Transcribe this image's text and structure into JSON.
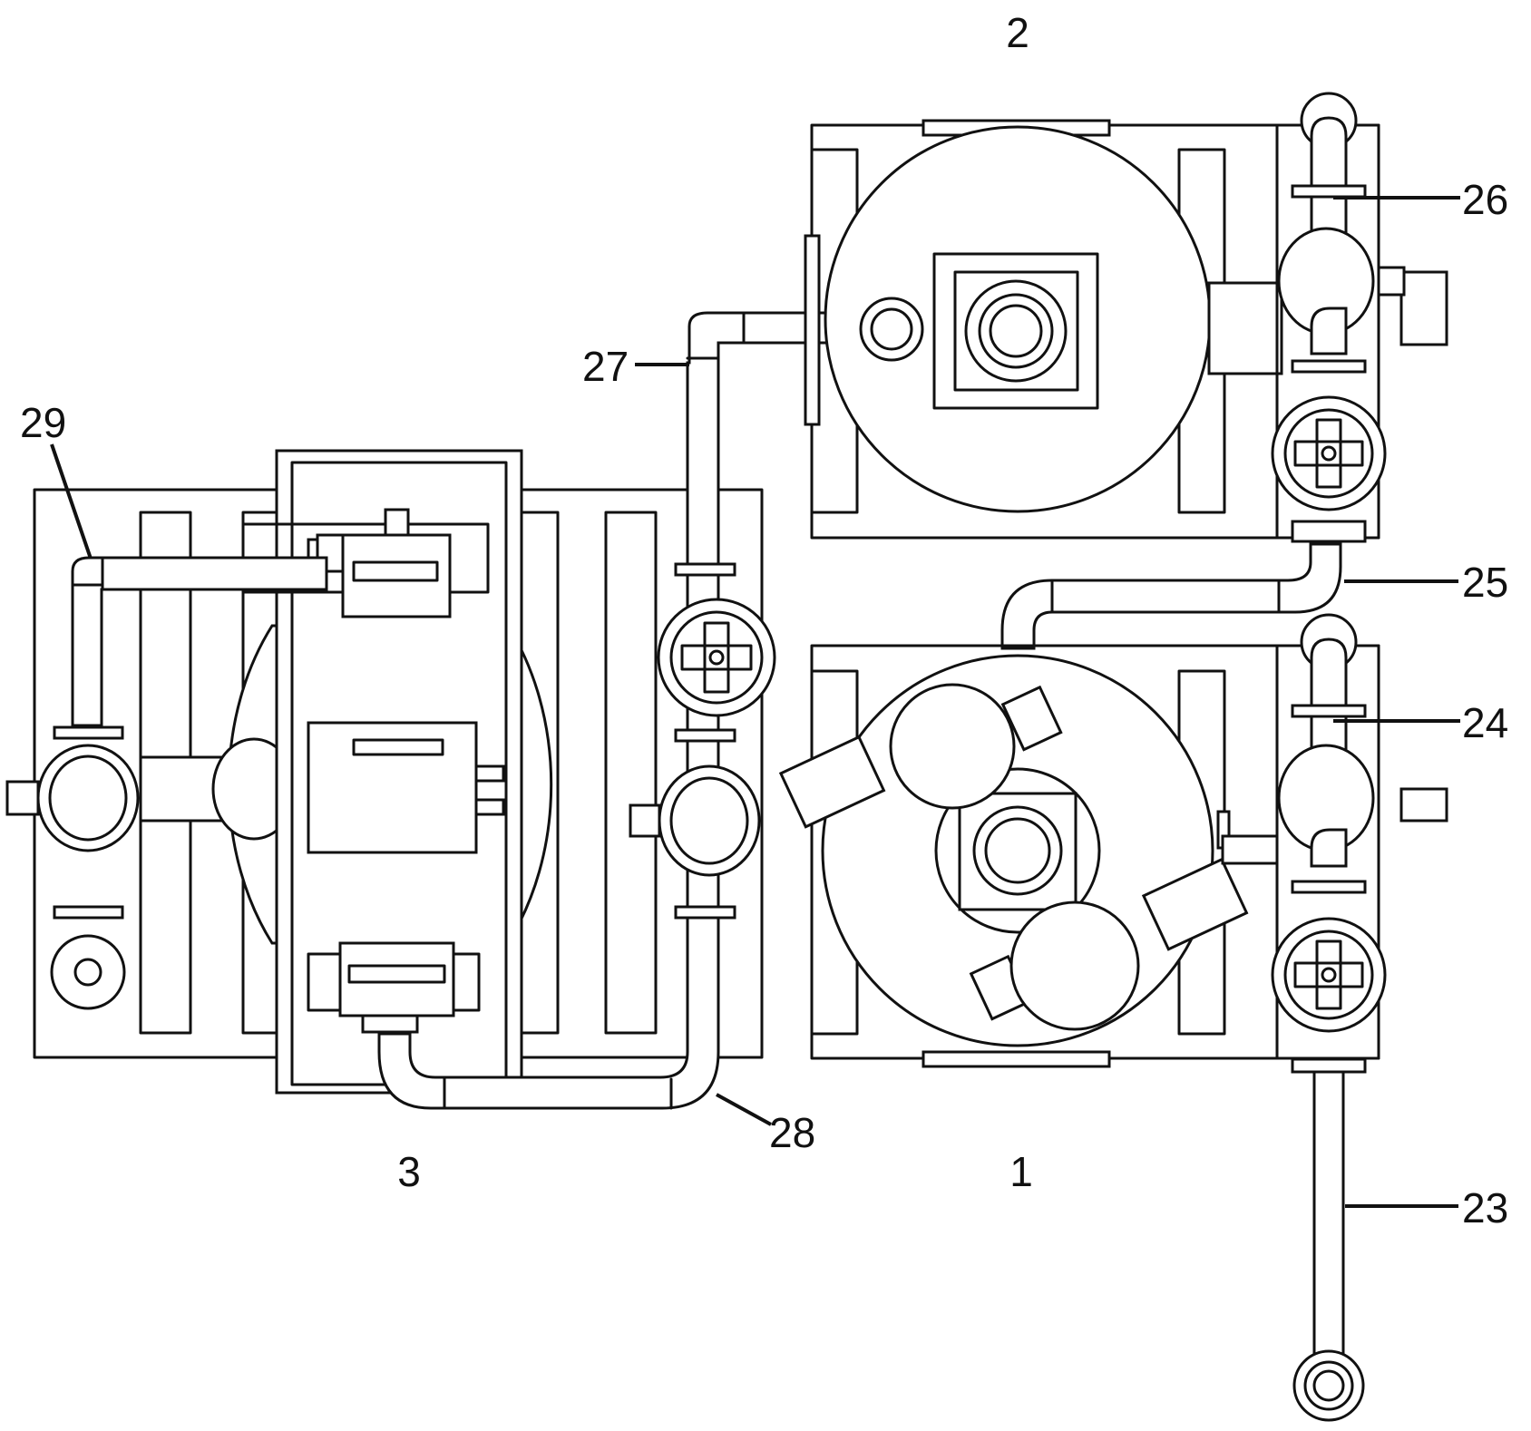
{
  "units": [
    {
      "id": "unit-1",
      "label": "1"
    },
    {
      "id": "unit-2",
      "label": "2"
    },
    {
      "id": "unit-3",
      "label": "3"
    }
  ],
  "parts": [
    {
      "id": "part-23",
      "label": "23"
    },
    {
      "id": "part-24",
      "label": "24"
    },
    {
      "id": "part-25",
      "label": "25"
    },
    {
      "id": "part-26",
      "label": "26"
    },
    {
      "id": "part-27",
      "label": "27"
    },
    {
      "id": "part-28",
      "label": "28"
    },
    {
      "id": "part-29",
      "label": "29"
    }
  ]
}
